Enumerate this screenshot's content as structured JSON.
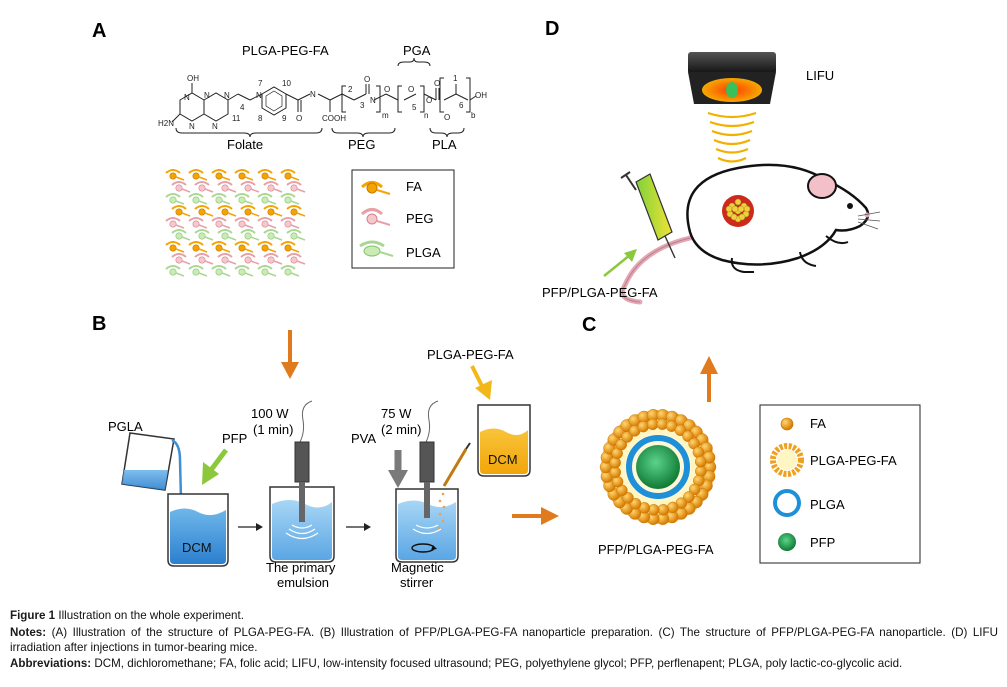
{
  "panels": {
    "A": {
      "letter": "A",
      "compound": "PLGA-PEG-FA",
      "pga": "PGA",
      "segments": {
        "folate": "Folate",
        "peg": "PEG",
        "pla": "PLA"
      },
      "atoms": {
        "oh": "OH",
        "nh": "N",
        "h2n": "H2N",
        "n1": "N",
        "n2": "N",
        "n3": "N",
        "n4": "N",
        "n_link": "N",
        "num4": "4",
        "num7": "7",
        "num10": "10",
        "num8": "8",
        "num9": "9",
        "num11": "11",
        "o1": "O",
        "nh2": "N",
        "cooh": "COOH",
        "n_peg": "N",
        "o2": "O",
        "num2": "2",
        "num3": "3",
        "o3": "O",
        "sub_m": "m",
        "o4": "O",
        "num5": "5",
        "o5": "O",
        "o6": "O",
        "num1": "1",
        "num6": "6",
        "o7": "O",
        "sub_n": "n",
        "sub_b": "b",
        "oh2": "OH"
      },
      "legend": [
        {
          "label": "FA",
          "color": "#f5a300"
        },
        {
          "label": "PEG",
          "color": "#e8a0a8"
        },
        {
          "label": "PLGA",
          "color": "#a8d890"
        }
      ]
    },
    "B": {
      "letter": "B",
      "pgla": "PGLA",
      "pfp": "PFP",
      "power1": "100 W",
      "time1": "(1 min)",
      "pva": "PVA",
      "power2": "75 W",
      "time2": "(2 min)",
      "plga_peg_fa": "PLGA-PEG-FA",
      "dcm": "DCM",
      "dcm2": "DCM",
      "primary_1": "The primary",
      "primary_2": "emulsion",
      "stirrer_1": "Magnetic",
      "stirrer_2": "stirrer"
    },
    "C": {
      "letter": "C",
      "nanoparticle": "PFP/PLGA-PEG-FA",
      "legend": [
        {
          "label": "FA"
        },
        {
          "label": "PLGA-PEG-FA"
        },
        {
          "label": "PLGA"
        },
        {
          "label": "PFP"
        }
      ]
    },
    "D": {
      "letter": "D",
      "lifu": "LIFU",
      "injection": "PFP/PLGA-PEG-FA"
    }
  },
  "colors": {
    "orange_arrow": "#e07a1c",
    "green_arrow": "#8cc83c",
    "gray_arrow": "#7a7a7a",
    "yellow_arrow": "#f2b81a",
    "water_blue": "#3d8fd6",
    "dcm_yellow": "#f5b418"
  },
  "caption": {
    "title_label": "Figure 1",
    "title_text": "Illustration on the whole experiment.",
    "notes_label": "Notes:",
    "notes_text": "(A) Illustration of the structure of PLGA-PEG-FA. (B) Illustration of PFP/PLGA-PEG-FA nanoparticle preparation. (C) The structure of PFP/PLGA-PEG-FA nanoparticle. (D) LIFU irradiation after injections in tumor-bearing mice.",
    "abbr_label": "Abbreviations:",
    "abbr_text": "DCM, dichloromethane; FA, folic acid; LIFU, low-intensity focused ultrasound; PEG, polyethylene glycol; PFP, perflenapent; PLGA, poly lactic-co-glycolic acid."
  }
}
